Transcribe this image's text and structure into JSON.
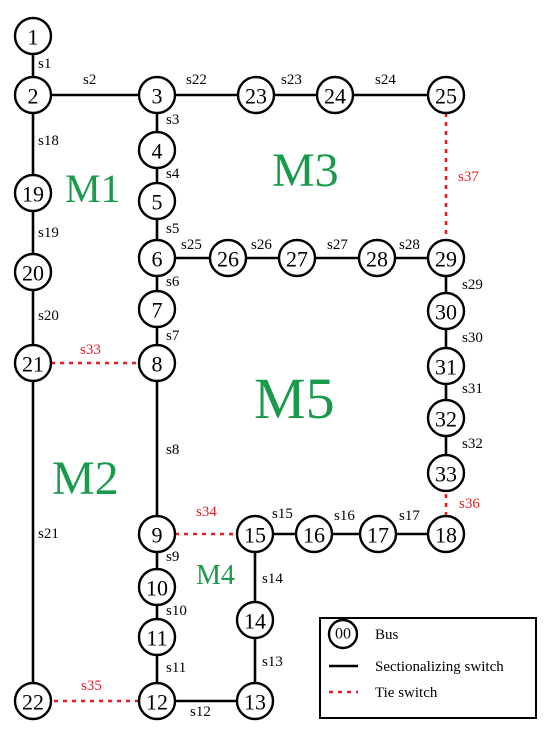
{
  "colors": {
    "bus_stroke": "#000000",
    "section_line": "#000000",
    "tie_line": "#e21f26",
    "region_text": "#1a9a4b"
  },
  "buses": [
    {
      "id": "1",
      "label": "1"
    },
    {
      "id": "2",
      "label": "2"
    },
    {
      "id": "3",
      "label": "3"
    },
    {
      "id": "4",
      "label": "4"
    },
    {
      "id": "5",
      "label": "5"
    },
    {
      "id": "6",
      "label": "6"
    },
    {
      "id": "7",
      "label": "7"
    },
    {
      "id": "8",
      "label": "8"
    },
    {
      "id": "9",
      "label": "9"
    },
    {
      "id": "10",
      "label": "10"
    },
    {
      "id": "11",
      "label": "11"
    },
    {
      "id": "12",
      "label": "12"
    },
    {
      "id": "13",
      "label": "13"
    },
    {
      "id": "14",
      "label": "14"
    },
    {
      "id": "15",
      "label": "15"
    },
    {
      "id": "16",
      "label": "16"
    },
    {
      "id": "17",
      "label": "17"
    },
    {
      "id": "18",
      "label": "18"
    },
    {
      "id": "19",
      "label": "19"
    },
    {
      "id": "20",
      "label": "20"
    },
    {
      "id": "21",
      "label": "21"
    },
    {
      "id": "22",
      "label": "22"
    },
    {
      "id": "23",
      "label": "23"
    },
    {
      "id": "24",
      "label": "24"
    },
    {
      "id": "25",
      "label": "25"
    },
    {
      "id": "26",
      "label": "26"
    },
    {
      "id": "27",
      "label": "27"
    },
    {
      "id": "28",
      "label": "28"
    },
    {
      "id": "29",
      "label": "29"
    },
    {
      "id": "30",
      "label": "30"
    },
    {
      "id": "31",
      "label": "31"
    },
    {
      "id": "32",
      "label": "32"
    },
    {
      "id": "33",
      "label": "33"
    }
  ],
  "sectionalizing_switches": [
    {
      "label": "s1",
      "from": "1",
      "to": "2"
    },
    {
      "label": "s2",
      "from": "2",
      "to": "3"
    },
    {
      "label": "s3",
      "from": "3",
      "to": "4"
    },
    {
      "label": "s4",
      "from": "4",
      "to": "5"
    },
    {
      "label": "s5",
      "from": "5",
      "to": "6"
    },
    {
      "label": "s6",
      "from": "6",
      "to": "7"
    },
    {
      "label": "s7",
      "from": "7",
      "to": "8"
    },
    {
      "label": "s8",
      "from": "8",
      "to": "9"
    },
    {
      "label": "s9",
      "from": "9",
      "to": "10"
    },
    {
      "label": "s10",
      "from": "10",
      "to": "11"
    },
    {
      "label": "s11",
      "from": "11",
      "to": "12"
    },
    {
      "label": "s12",
      "from": "12",
      "to": "13"
    },
    {
      "label": "s13",
      "from": "13",
      "to": "14"
    },
    {
      "label": "s14",
      "from": "14",
      "to": "15"
    },
    {
      "label": "s15",
      "from": "15",
      "to": "16"
    },
    {
      "label": "s16",
      "from": "16",
      "to": "17"
    },
    {
      "label": "s17",
      "from": "17",
      "to": "18"
    },
    {
      "label": "s18",
      "from": "2",
      "to": "19"
    },
    {
      "label": "s19",
      "from": "19",
      "to": "20"
    },
    {
      "label": "s20",
      "from": "20",
      "to": "21"
    },
    {
      "label": "s21",
      "from": "21",
      "to": "22"
    },
    {
      "label": "s22",
      "from": "3",
      "to": "23"
    },
    {
      "label": "s23",
      "from": "23",
      "to": "24"
    },
    {
      "label": "s24",
      "from": "24",
      "to": "25"
    },
    {
      "label": "s25",
      "from": "6",
      "to": "26"
    },
    {
      "label": "s26",
      "from": "26",
      "to": "27"
    },
    {
      "label": "s27",
      "from": "27",
      "to": "28"
    },
    {
      "label": "s28",
      "from": "28",
      "to": "29"
    },
    {
      "label": "s29",
      "from": "29",
      "to": "30"
    },
    {
      "label": "s30",
      "from": "30",
      "to": "31"
    },
    {
      "label": "s31",
      "from": "31",
      "to": "32"
    },
    {
      "label": "s32",
      "from": "32",
      "to": "33"
    }
  ],
  "tie_switches": [
    {
      "label": "s33",
      "from": "8",
      "to": "21"
    },
    {
      "label": "s34",
      "from": "9",
      "to": "15"
    },
    {
      "label": "s35",
      "from": "12",
      "to": "22"
    },
    {
      "label": "s36",
      "from": "18",
      "to": "33"
    },
    {
      "label": "s37",
      "from": "25",
      "to": "29"
    }
  ],
  "regions": [
    {
      "label": "M1"
    },
    {
      "label": "M2"
    },
    {
      "label": "M3"
    },
    {
      "label": "M4"
    },
    {
      "label": "M5"
    }
  ],
  "legend": {
    "bus_symbol": "00",
    "bus_label": "Bus",
    "sectionalizing_label": "Sectionalizing switch",
    "tie_label": "Tie switch"
  }
}
